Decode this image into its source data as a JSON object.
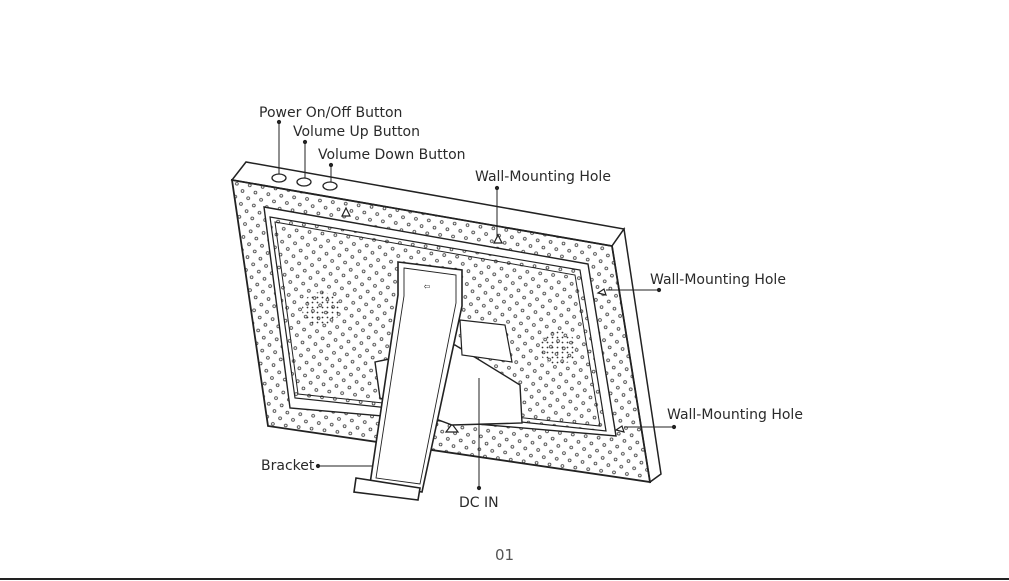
{
  "callouts": {
    "power": "Power On/Off Button",
    "vol_up": "Volume Up Button",
    "vol_down": "Volume Down Button",
    "wall_top": "Wall-Mounting Hole",
    "wall_right": "Wall-Mounting Hole",
    "wall_bottom": "Wall-Mounting Hole",
    "bracket": "Bracket",
    "dc_in": "DC IN"
  },
  "page_number": "01"
}
